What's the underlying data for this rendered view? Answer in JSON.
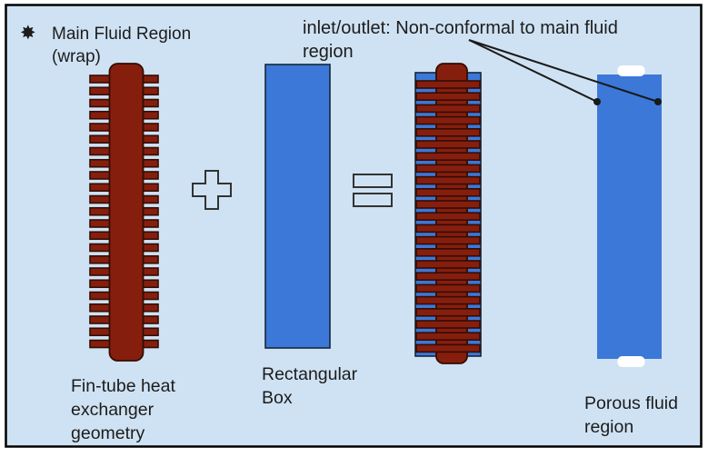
{
  "canvas": {
    "background": "#cfe2f3",
    "border": "#000000",
    "outer_background": "#ffffff"
  },
  "colors": {
    "fin_red": "#861e0e",
    "fin_stroke": "#330d02",
    "box_blue": "#3c78d8",
    "box_stroke": "#17273a",
    "porous_blue": "#3c78d8",
    "tab_white": "#ffffff",
    "operator_stroke": "#333333",
    "pointer": "#1a1a1a",
    "text": "#1c1c1c"
  },
  "legend": {
    "icon": "✸",
    "label": "Main Fluid Region (wrap)"
  },
  "annotation": {
    "text": "inlet/outlet: Non-conformal to main fluid region"
  },
  "labels": {
    "fin_tube": "Fin-tube heat exchanger geometry",
    "rectangular_box": "Rectangular Box",
    "porous_region": "Porous fluid region"
  },
  "operators": {
    "plus_icon": "plus-cross-outline",
    "equals_icon": "equals-outline"
  }
}
